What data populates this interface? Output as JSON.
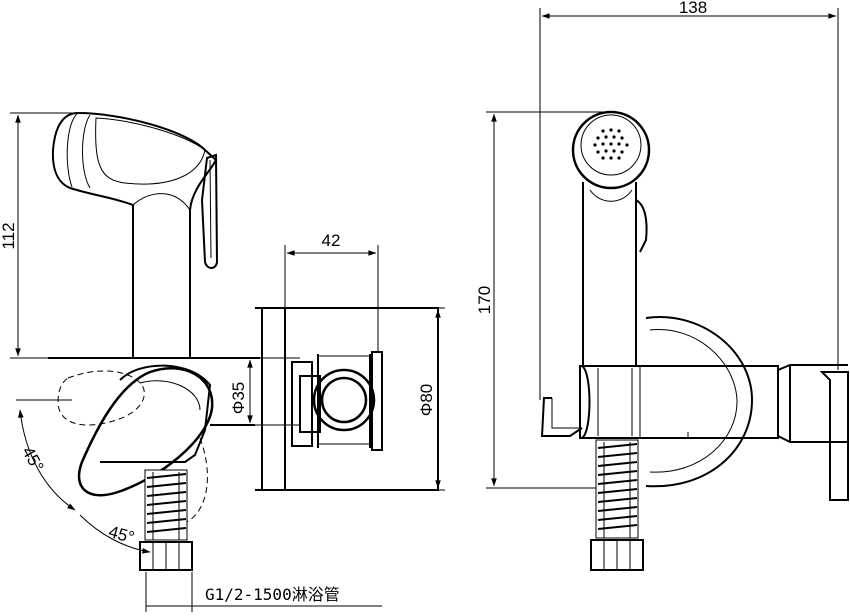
{
  "dimensions": {
    "overall_width": "138",
    "left_height": "112",
    "wall_plate_width": "42",
    "right_height": "170",
    "inner_diameter": "Φ35",
    "plate_diameter": "Φ80",
    "rotation_upper": "45°",
    "rotation_lower": "45°"
  },
  "hose_note": "G1/2-1500淋浴管"
}
